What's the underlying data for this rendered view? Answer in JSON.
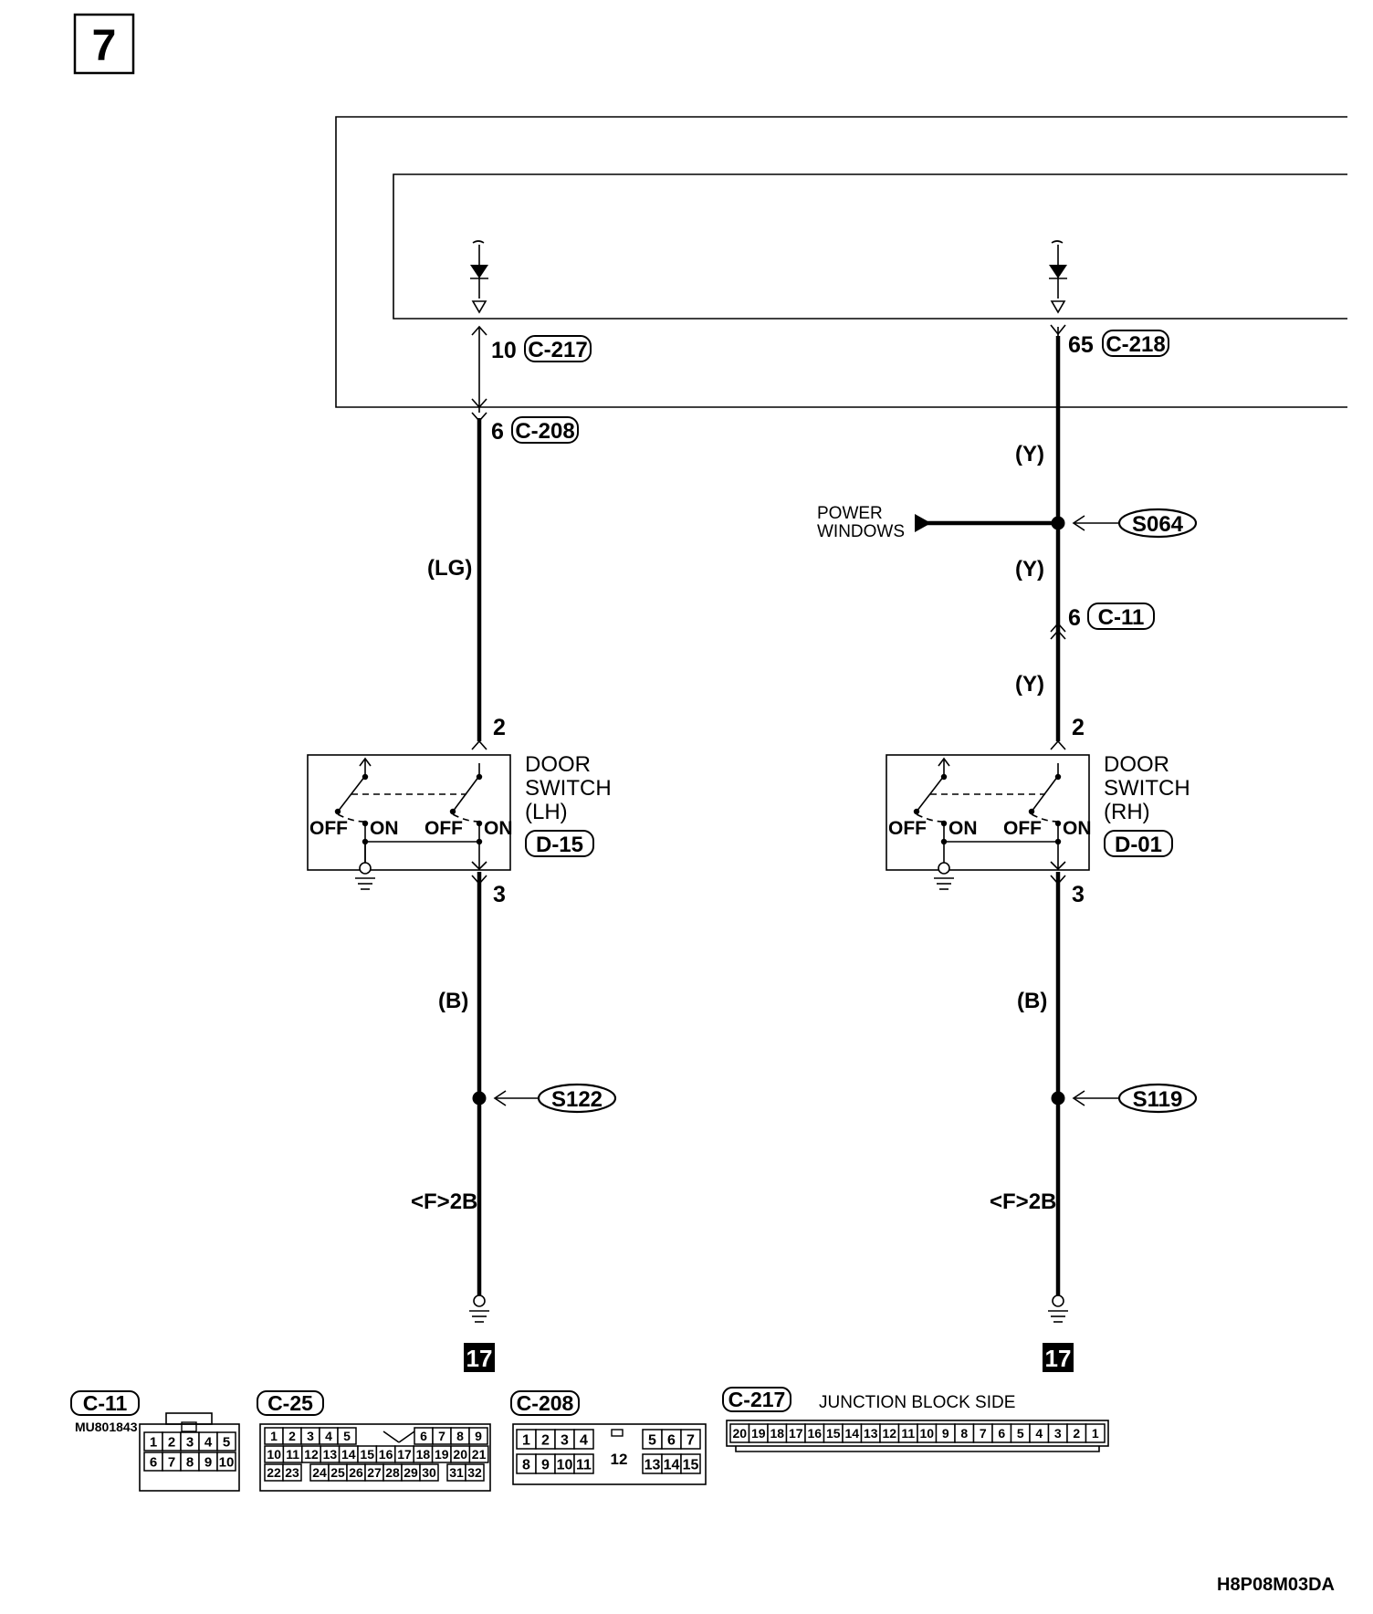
{
  "page_number": "7",
  "drawing_code": "H8P08M03DA",
  "connectors_top": {
    "c217_pin": "10",
    "c217": "C-217",
    "c218_pin": "65",
    "c218": "C-218",
    "c208_pin": "6",
    "c208": "C-208",
    "c11_pin": "6",
    "c11": "C-11"
  },
  "wires": {
    "left_color": "(LG)",
    "right_color_1": "(Y)",
    "right_color_2": "(Y)",
    "right_color_3": "(Y)",
    "left_ground_color": "(B)",
    "right_ground_color": "(B)",
    "left_ground_ref": "<F>2B",
    "right_ground_ref": "<F>2B"
  },
  "power_windows": {
    "line1": "POWER",
    "line2": "WINDOWS"
  },
  "splices": {
    "s064": "S064",
    "s122": "S122",
    "s119": "S119"
  },
  "door_switch_lh": {
    "line1": "DOOR",
    "line2": "SWITCH",
    "line3": "(LH)",
    "connector": "D-15",
    "pin_top": "2",
    "pin_bottom": "3",
    "off1": "OFF",
    "on1": "ON",
    "off2": "OFF",
    "on2": "ON"
  },
  "door_switch_rh": {
    "line1": "DOOR",
    "line2": "SWITCH",
    "line3": "(RH)",
    "connector": "D-01",
    "pin_top": "2",
    "pin_bottom": "3",
    "off1": "OFF",
    "on1": "ON",
    "off2": "OFF",
    "on2": "ON"
  },
  "ground_refs": {
    "left": "17",
    "right": "17"
  },
  "connector_views": {
    "c11": {
      "label": "C-11",
      "part_no": "MU801843",
      "row1": [
        "1",
        "2",
        "3",
        "4",
        "5"
      ],
      "row2": [
        "6",
        "7",
        "8",
        "9",
        "10"
      ]
    },
    "c25": {
      "label": "C-25",
      "row1a": [
        "1",
        "2",
        "3",
        "4",
        "5"
      ],
      "row1b": [
        "6",
        "7",
        "8",
        "9"
      ],
      "row2": [
        "10",
        "11",
        "12",
        "13",
        "14",
        "15",
        "16",
        "17",
        "18",
        "19",
        "20",
        "21"
      ],
      "row3a": [
        "22",
        "23"
      ],
      "row3b": [
        "24",
        "25",
        "26",
        "27",
        "28",
        "29",
        "30"
      ],
      "row3c": [
        "31",
        "32"
      ]
    },
    "c208": {
      "label": "C-208",
      "row1a": [
        "1",
        "2",
        "3",
        "4"
      ],
      "row1b": [
        "5",
        "6",
        "7"
      ],
      "row2a": [
        "8",
        "9",
        "10",
        "11"
      ],
      "row2b": [
        "13",
        "14",
        "15"
      ],
      "center": "12"
    },
    "c217": {
      "label": "C-217",
      "caption": "JUNCTION BLOCK SIDE",
      "pins": [
        "20",
        "19",
        "18",
        "17",
        "16",
        "15",
        "14",
        "13",
        "12",
        "11",
        "10",
        "9",
        "8",
        "7",
        "6",
        "5",
        "4",
        "3",
        "2",
        "1"
      ]
    }
  }
}
